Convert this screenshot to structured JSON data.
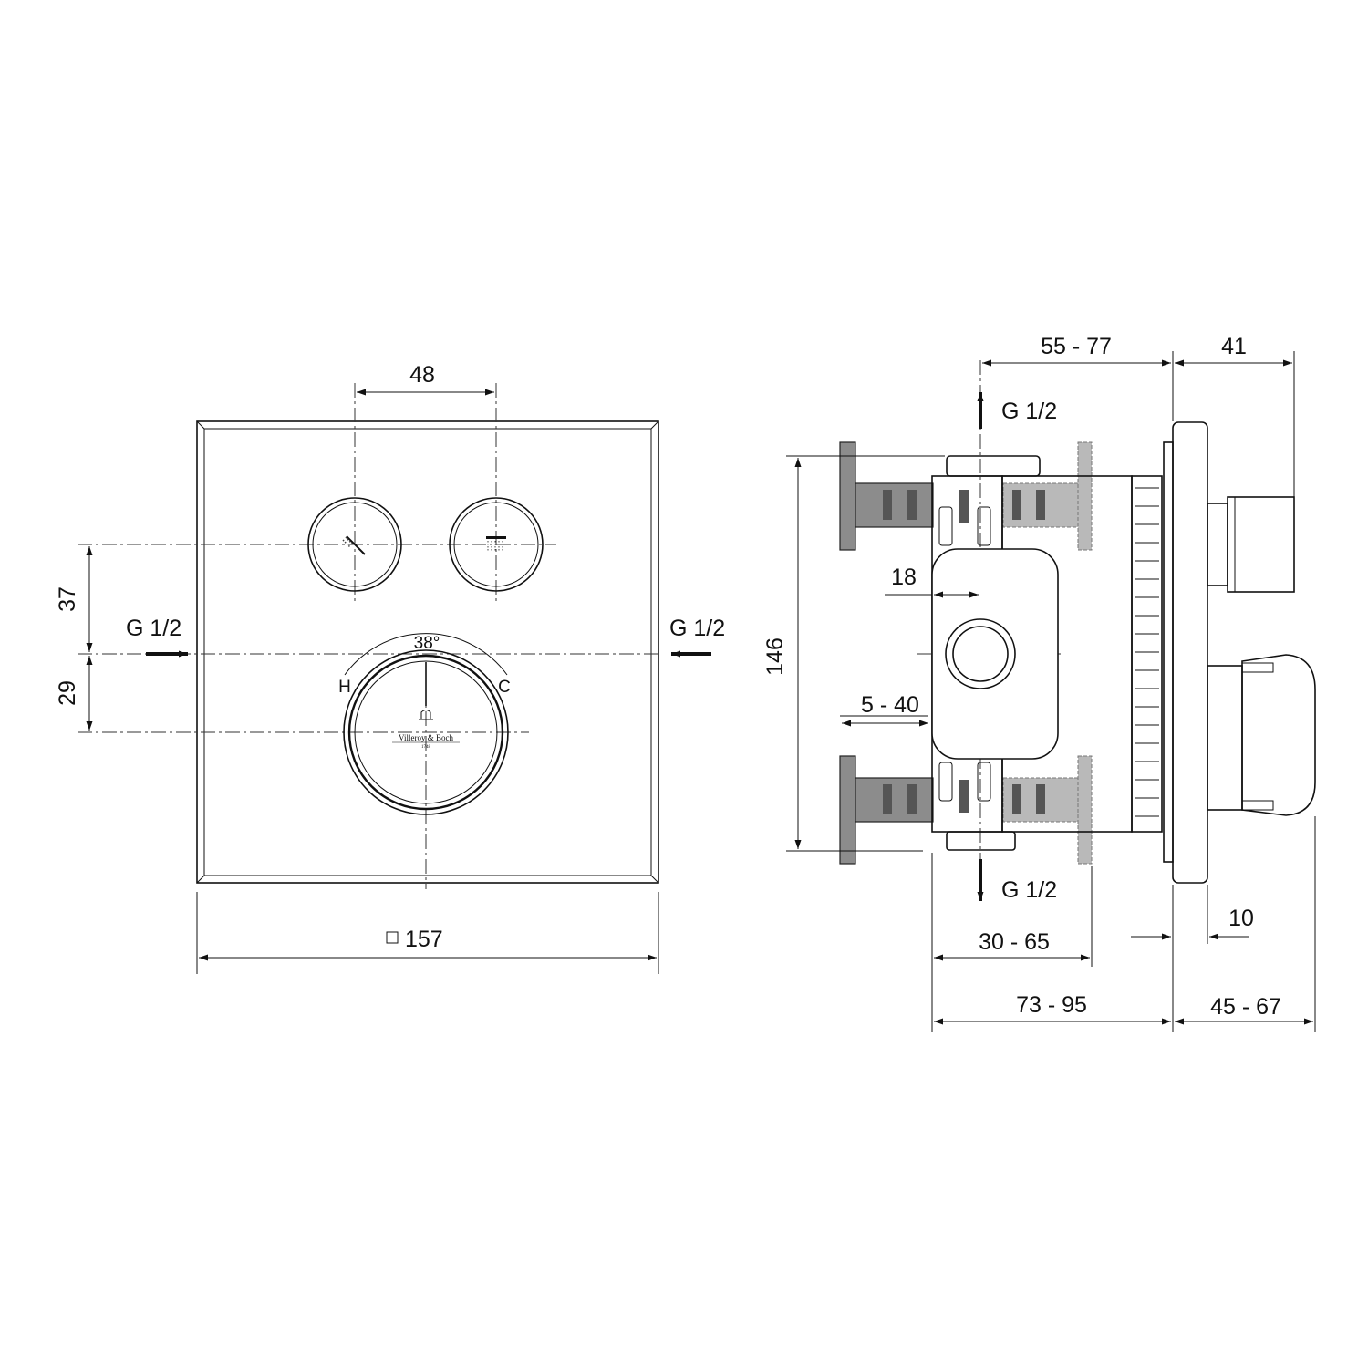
{
  "front_view": {
    "dim_button_spacing": "48",
    "dim_upper_offset": "37",
    "dim_lower_offset": "29",
    "dim_width": "157",
    "inlet_left_label": "G 1/2",
    "inlet_right_label": "G 1/2",
    "angle_label": "38°",
    "hot_label": "H",
    "cold_label": "C",
    "brand_name": "Villeroy & Boch",
    "brand_year": "1748"
  },
  "side_view": {
    "dim_top_range": "55 - 77",
    "dim_top_right": "41",
    "dim_height": "146",
    "dim_offset": "18",
    "dim_range_small": "5 - 40",
    "dim_bottom_inner": "30 - 65",
    "dim_bottom_total": "73 - 95",
    "dim_bottom_right": "45 - 67",
    "dim_cover": "10",
    "outlet_top_label": "G 1/2",
    "outlet_bottom_label": "G 1/2"
  }
}
